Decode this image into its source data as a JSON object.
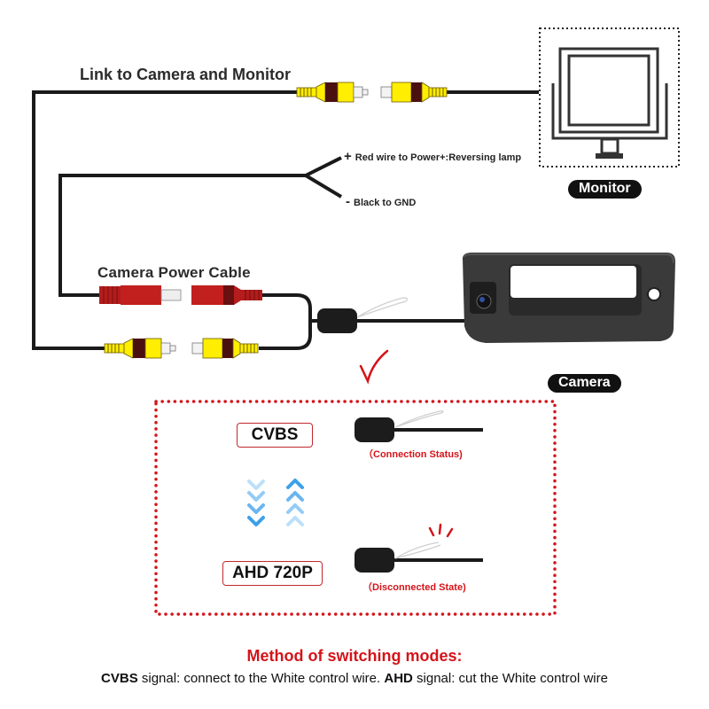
{
  "labels": {
    "link_title": "Link to Camera and Monitor",
    "power_title": "Camera Power Cable",
    "red_wire_sign": "+",
    "red_wire": "Red wire to Power+:Reversing lamp",
    "black_wire_sign": "-",
    "black_wire": "Black to GND",
    "monitor_badge": "Monitor",
    "camera_badge": "Camera"
  },
  "modes": {
    "cvbs": {
      "label": "CVBS",
      "status": "（Connection Status)",
      "wire_state": "connected"
    },
    "ahd": {
      "label": "AHD 720P",
      "status": "（Disconnected State)",
      "wire_state": "disconnected"
    }
  },
  "footer": {
    "title": "Method of switching modes:",
    "cvbs_bold": "CVBS",
    "cvbs_text": " signal: connect to the White control wire. ",
    "ahd_bold": "AHD",
    "ahd_text": " signal: cut the White control wire"
  },
  "colors": {
    "accent_red": "#d4141a",
    "wire": "#1a1a1a",
    "rca_yellow": "#ffee00",
    "rca_band": "#4a1010",
    "power_red": "#b51c1c",
    "arrow_blue": "#3da0ea"
  }
}
